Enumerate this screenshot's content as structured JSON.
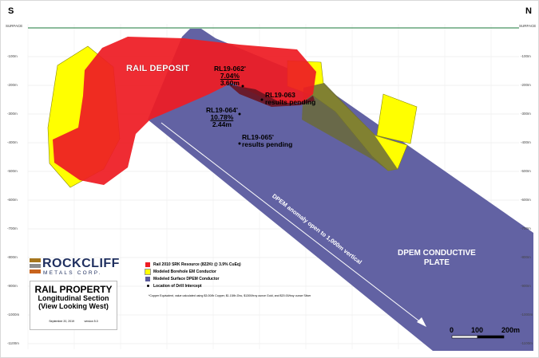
{
  "map": {
    "compass": {
      "left": "S",
      "right": "N"
    },
    "surface_label": "SURFACE",
    "depth_ticks": [
      "-100m",
      "-200m",
      "-300m",
      "-400m",
      "-500m",
      "-600m",
      "-700m",
      "-800m",
      "-900m",
      "-1000m",
      "-1100m"
    ],
    "deposit_title": "RAIL DEPOSIT",
    "plate_label_line1": "DPEM CONDUCTIVE",
    "plate_label_line2": "PLATE",
    "dpem_anomaly_text": "DPEM anomaly open to 1,000m vertical",
    "colors": {
      "resource_red": "#ee1c24",
      "borehole_em_yellow": "#ffff00",
      "dpem_plate_purple": "#5a5a9e",
      "surface_line_green": "#1a7a3a",
      "logo_navy": "#1f2f5f",
      "logo_bar_orange": "#c8641e",
      "logo_bar_gold": "#a6761d",
      "logo_bar_grey": "#8c8c8c"
    }
  },
  "drill_intercepts": [
    {
      "hole": "RL19-062",
      "marker": "*",
      "grade": "7.04%",
      "width": "3.60m"
    },
    {
      "hole": "RL19-063",
      "marker": "",
      "result": "results pending"
    },
    {
      "hole": "RL19-064",
      "marker": "*",
      "grade": "10.78%",
      "width": "2.44m"
    },
    {
      "hole": "RL19-065",
      "marker": "*",
      "result": "results pending"
    }
  ],
  "legend": {
    "items": [
      {
        "label": "Rail 2010 SRK Resource (822Kt @ 3.9% CuEq)",
        "color": "#ee1c24",
        "icon": "square-swatch"
      },
      {
        "label": "Modeled Borehole EM Conductor",
        "color": "#ffff00",
        "icon": "square-swatch"
      },
      {
        "label": "Modeled Surface DPEM Conductor",
        "color": "#5a5a9e",
        "icon": "square-swatch"
      },
      {
        "label": "Location of Drill Intercept",
        "color": "#000000",
        "icon": "dot"
      }
    ],
    "footnote": "*Copper Equivalent, value calculated using $3.00/lb Copper, $1.15/lb Zinc, $1300/troy ounce Gold, and $20.00/troy ounce Silver"
  },
  "logo": {
    "name": "ROCKCLIFF",
    "subtitle": "METALS CORP."
  },
  "title_block": {
    "line1": "RAIL PROPERTY",
    "line2": "Longitudinal Section",
    "line3": "(View Looking West)",
    "date": "September 20, 2019",
    "version": "version 5.0"
  },
  "scale_bar": {
    "labels": [
      "0",
      "100",
      "200m"
    ]
  }
}
